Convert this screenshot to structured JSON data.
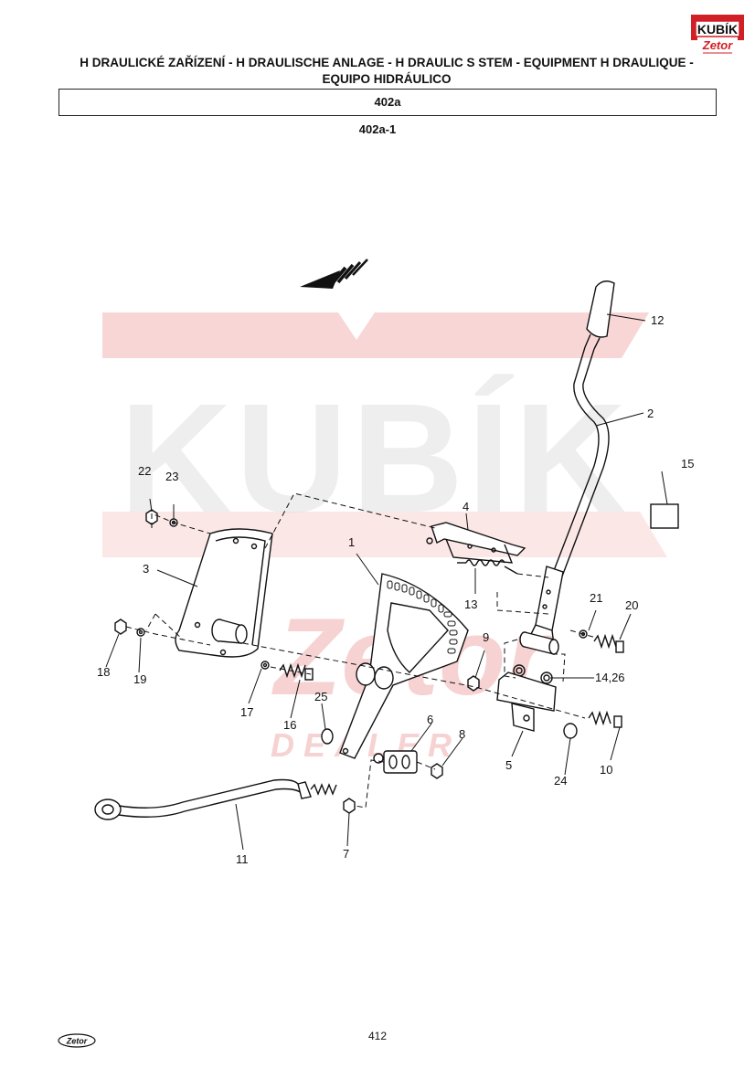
{
  "header": {
    "title_line1": "H  DRAULICKÉ ZAŘÍZENÍ - H  DRAULISCHE ANLAGE - H  DRAULIC S  STEM - EQUIPMENT H  DRAULIQUE -",
    "title_line2": "EQUIPO HIDRÁULICO",
    "section": "402a",
    "subsection": "402a-1"
  },
  "logo": {
    "top_text": "KUBÍK",
    "bottom_text": "Zetor",
    "color": "#d11f26"
  },
  "watermark": {
    "main_text": "KUBÍK",
    "script_text": "Zetor",
    "sub_text": "DEALER",
    "color": "#f6c9c9"
  },
  "parts": [
    "1",
    "2",
    "3",
    "4",
    "5",
    "6",
    "7",
    "8",
    "9",
    "10",
    "11",
    "12",
    "13",
    "14,26",
    "15",
    "16",
    "17",
    "18",
    "19",
    "20",
    "21",
    "22",
    "23",
    "24",
    "25"
  ],
  "footer": {
    "page_number": "412",
    "logo_text": "Zetor"
  }
}
